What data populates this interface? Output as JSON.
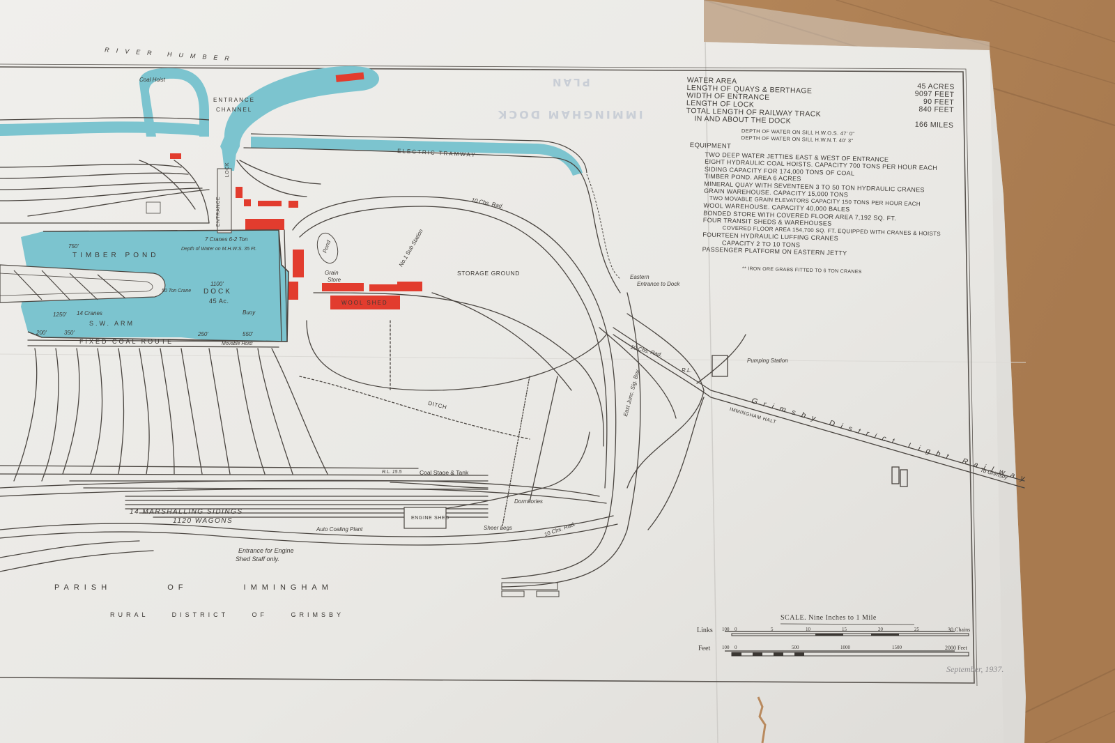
{
  "map": {
    "title": "PLAN",
    "subtitle": "IMMINGHAM DOCK",
    "river_label": "RIVER HUMBER",
    "parish_label": "PARISH OF IMMINGHAM",
    "district_label": "RURAL DISTRICT OF GRIMSBY",
    "date": "September, 1937.",
    "colors": {
      "water": "#7cc4cf",
      "buildings": "#e23c2e",
      "track": "#4a4540",
      "paper": "#ebeae6",
      "floor": "#b98a5e"
    }
  },
  "stats": [
    {
      "label": "WATER AREA",
      "value": "45 ACRES"
    },
    {
      "label": "LENGTH OF QUAYS & BERTHAGE",
      "value": "9097 FEET"
    },
    {
      "label": "WIDTH OF ENTRANCE",
      "value": "90 FEET"
    },
    {
      "label": "LENGTH OF LOCK",
      "value": "840 FEET"
    },
    {
      "label": "TOTAL LENGTH OF RAILWAY TRACK",
      "value": ""
    },
    {
      "label": "IN AND ABOUT THE DOCK",
      "value": "166 MILES"
    }
  ],
  "sill": [
    "DEPTH OF WATER ON SILL H.W.O.S. 47' 0\"",
    "DEPTH OF WATER ON SILL H.W.N.T. 40' 3\""
  ],
  "equipment": {
    "heading": "EQUIPMENT",
    "items": [
      "TWO DEEP WATER JETTIES EAST & WEST OF ENTRANCE",
      "EIGHT HYDRAULIC COAL HOISTS. CAPACITY 700 TONS PER HOUR EACH",
      "SIDING CAPACITY FOR 174,000 TONS OF COAL",
      "TIMBER POND. AREA 6 ACRES",
      "MINERAL QUAY WITH SEVENTEEN 3 TO 50 TON HYDRAULIC CRANES",
      "GRAIN WAREHOUSE. CAPACITY 15,000 TONS",
      "TWO MOVABLE GRAIN ELEVATORS CAPACITY 150 TONS PER HOUR EACH",
      "WOOL WAREHOUSE. CAPACITY 40,000 BALES",
      "BONDED STORE WITH COVERED FLOOR AREA 7,192 SQ. FT.",
      "FOUR TRANSIT SHEDS & WAREHOUSES",
      "COVERED FLOOR AREA 154,700 SQ. FT. EQUIPPED WITH CRANES & HOISTS",
      "FOURTEEN HYDRAULIC LUFFING CRANES",
      "CAPACITY 2 TO 10 TONS",
      "PASSENGER PLATFORM ON EASTERN JETTY"
    ],
    "footnote": "** IRON ORE GRABS FITTED TO 6 TON CRANES"
  },
  "labels": {
    "entrance_channel_1": "ENTRANCE",
    "entrance_channel_2": "CHANNEL",
    "coal_hoist": "Coal Hoist",
    "timber_pond": "TIMBER POND",
    "dock": "DOCK",
    "dock_area": "45 Ac.",
    "sw_arm": "S.W. ARM",
    "fixed_coal_route": "FIXED COAL ROUTE",
    "storage_ground": "STORAGE GROUND",
    "wool_shed": "WOOL SHED",
    "electric_tramway": "ELECTRIC TRAMWAY",
    "pond": "Pond",
    "eastern_entrance": "Eastern",
    "eastern_entrance_2": "Entrance to Dock",
    "pumping_station": "Pumping Station",
    "grimsby_railway": "Grimsby District Light Railway",
    "immingham_halt": "IMMINGHAM HALT",
    "to_grimsby": "To Grimsby",
    "coal_stage": "Coal Stage & Tank",
    "marshalling": "14 MARSHALLING SIDINGS",
    "wagons": "1120 WAGONS",
    "engine_shed": "ENGINE SHED",
    "entrance_engine": "Entrance for Engine",
    "entrance_engine_2": "Shed Staff only.",
    "dormitories": "Dormitories",
    "auto_coaling": "Auto Coaling Plant",
    "sheer_legs": "Sheer Legs",
    "ditch": "DITCH",
    "chs_rad_1": "10 Chs. Rad.",
    "chs_rad_2": "10 Chs. Rad.",
    "chs_rad_3": "10 Chs. Rad.",
    "lock": "LOCK",
    "entrance": "ENTRANCE",
    "cranes_1": "7 Cranes 6-2 Ton",
    "depth": "Depth of Water on M.H.W.S. 35 Ft.",
    "fifty_ton": "50 Ton Crane",
    "buoy": "Buoy",
    "movable_hoist": "Movable Hoist",
    "cranes_2": "14 Cranes",
    "m750": "750'",
    "m1100": "1100'",
    "m1250": "1250'",
    "m200": "200'",
    "m550": "550'",
    "m350": "350'",
    "m250": "250'",
    "signal_box": "East Junc. Sig. Box",
    "rl": "R.L. 15.5",
    "rl2": "R.L.",
    "grain": "Grain",
    "store": "Store",
    "sub_station": "No.1 Sub Station"
  },
  "scale": {
    "title": "SCALE. Nine Inches to 1 Mile",
    "links_label": "Links",
    "links_ticks": [
      "100",
      "0",
      "5",
      "10",
      "15",
      "20",
      "25",
      "30 Chains"
    ],
    "feet_label": "Feet",
    "feet_ticks": [
      "100",
      "0",
      "500",
      "1000",
      "1500",
      "2000 Feet"
    ]
  }
}
